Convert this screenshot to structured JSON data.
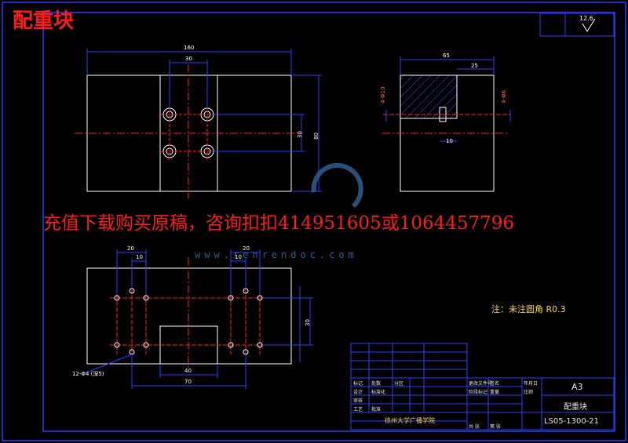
{
  "title": "配重块",
  "promo_text": "充值下载购买原稿，咨询扣扣414951605或1064457796",
  "watermark_url": "www.renrendoc.com",
  "roughness": "12.6",
  "note": "注：未注圆角 R0.3",
  "top_view": {
    "dims": {
      "width": "160",
      "height": "80",
      "hole_spacing_x": "30",
      "hole_spacing_y": "30"
    }
  },
  "side_view": {
    "dims": {
      "width": "65",
      "step": "25",
      "small": "10",
      "left_callout": "4-Φ10",
      "right_callout": "4-Φ6"
    }
  },
  "bottom_view": {
    "dims": {
      "d1": "20",
      "d2": "10",
      "d3": "10",
      "d4": "20",
      "opening": "40",
      "overall": "70",
      "height": "30"
    },
    "callout": "12-Φ4 (深5)"
  },
  "title_block": {
    "format": "A3",
    "part_name": "配重块",
    "drawing_no": "LS05-1300-21",
    "school": "徐州大学广播学院",
    "cells": [
      "标记",
      "处数",
      "分区",
      "更改文件号",
      "签名",
      "年月日",
      "设计",
      "标准化",
      "阶段标记",
      "重量",
      "比例",
      "审核",
      "工艺",
      "批准",
      "共 张",
      "第 张"
    ]
  },
  "colors": {
    "frame": "#2d3cff",
    "center": "#ff2020",
    "outline": "#ffffff",
    "hatch": "#3a46ff",
    "title": "#ff1a1a"
  }
}
